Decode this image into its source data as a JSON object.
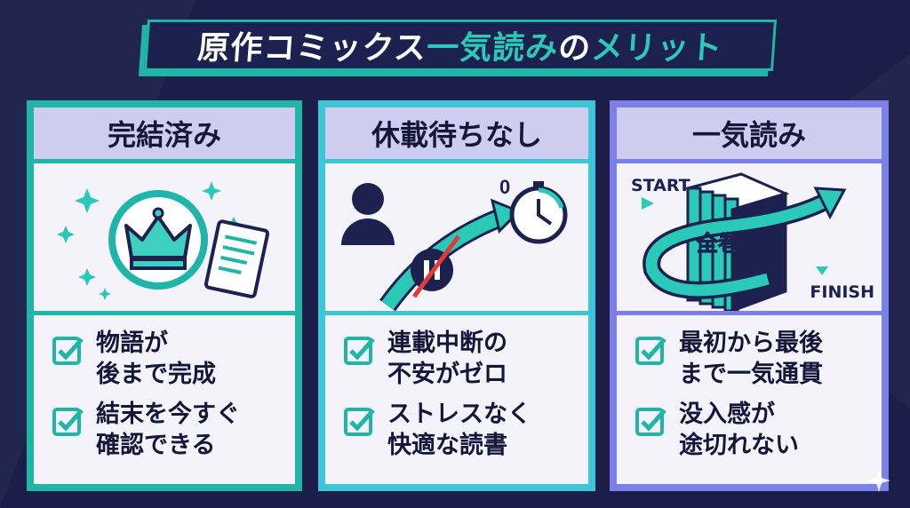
{
  "title": {
    "part1": "原作コミックス",
    "part2": "一気読み",
    "part3": "の",
    "part4": "メリット"
  },
  "colors": {
    "background": "#1b1e48",
    "teal": "#1fb5a8",
    "cyan": "#3cc6d8",
    "periwinkle": "#7a80e8",
    "navy": "#1d2150"
  },
  "cards": [
    {
      "title": "完結済み",
      "icon": "crown-and-scroll-icon",
      "items": [
        {
          "line1": "物語が",
          "line2": "後まで完成"
        },
        {
          "line1": "結末を今すぐ",
          "line2": "確認できる"
        }
      ]
    },
    {
      "title": "休載待ちなし",
      "icon": "person-pause-stopwatch-icon",
      "stopwatch_label": "0",
      "items": [
        {
          "line1": "連載中断の",
          "line2": "不安がゼロ"
        },
        {
          "line1": "ストレスなく",
          "line2": "快適な読書"
        }
      ]
    },
    {
      "title": "一気読み",
      "icon": "books-arrow-icon",
      "start_label": "START",
      "finish_label": "FINISH",
      "books_label": "全巻",
      "items": [
        {
          "line1": "最初から最後",
          "line2": "まで一気通貫"
        },
        {
          "line1": "没入感が",
          "line2": "途切れない"
        }
      ]
    }
  ]
}
